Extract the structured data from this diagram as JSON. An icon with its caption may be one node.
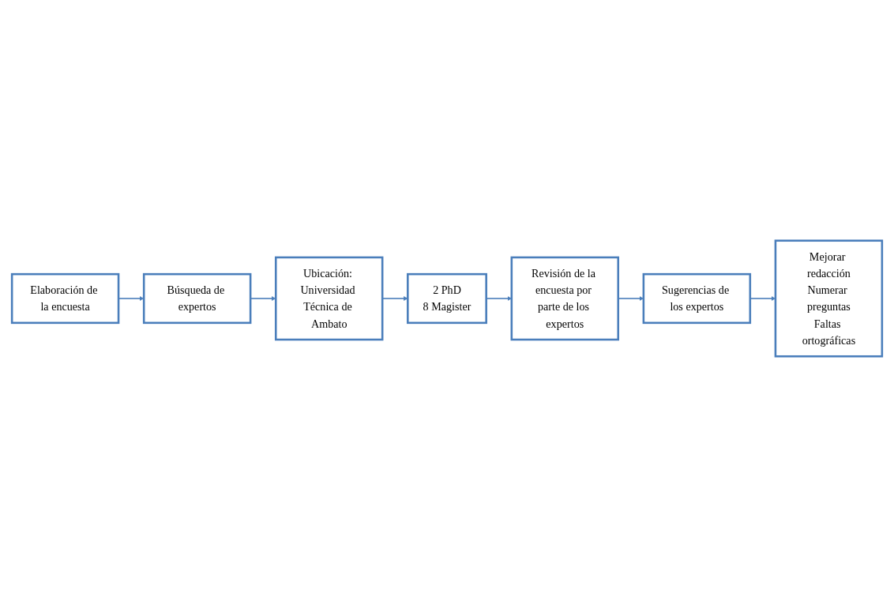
{
  "diagram": {
    "nodes": [
      {
        "text": [
          "Elaboración de la encuesta"
        ]
      },
      {
        "text": [
          "Búsqueda de expertos"
        ]
      },
      {
        "text": [
          "Ubicación: Universidad Técnica de Ambato"
        ]
      },
      {
        "text": [
          "2 PhD",
          "8 Magister"
        ]
      },
      {
        "text": [
          "Revisión de la encuesta por parte de los expertos"
        ]
      },
      {
        "text": [
          "Sugerencias de los expertos"
        ]
      },
      {
        "text": [
          "Mejorar redacción",
          "Numerar preguntas",
          "Faltas ortográficas"
        ]
      }
    ],
    "edges": [
      {
        "from": 0,
        "to": 1,
        "arrow": "to"
      },
      {
        "from": 1,
        "to": 2,
        "arrow": "to"
      },
      {
        "from": 2,
        "to": 3,
        "arrow": "to"
      },
      {
        "from": 3,
        "to": 4,
        "arrow": "to"
      },
      {
        "from": 4,
        "to": 5,
        "arrow": "to"
      },
      {
        "from": 5,
        "to": 6,
        "arrow": "to"
      }
    ]
  }
}
